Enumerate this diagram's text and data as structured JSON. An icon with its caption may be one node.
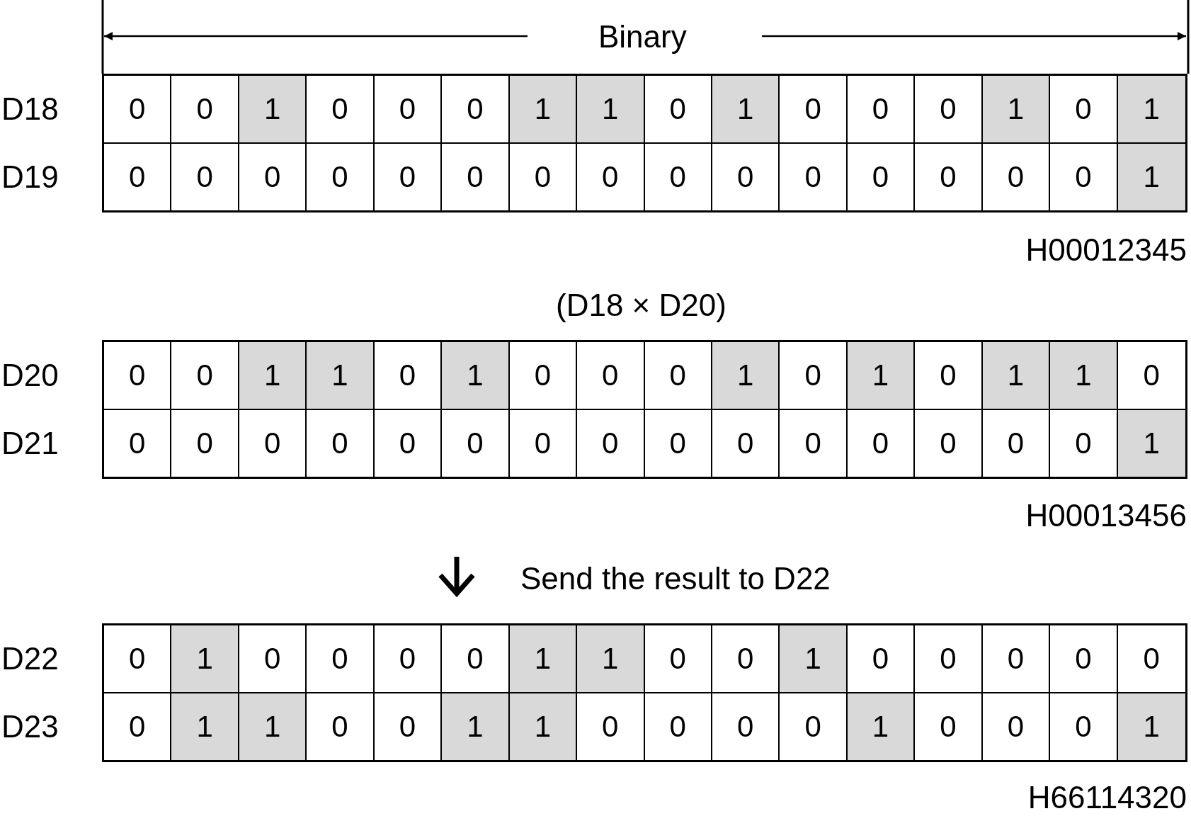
{
  "diagram": {
    "labels": [
      "Binary",
      "D18",
      "0",
      "0",
      "1",
      "0",
      "0",
      "0",
      "1",
      "1",
      "0",
      "1",
      "0",
      "0",
      "0",
      "1",
      "0",
      "1",
      "D19",
      "0",
      "0",
      "0",
      "0",
      "0",
      "0",
      "0",
      "0",
      "0",
      "0",
      "0",
      "0",
      "0",
      "0",
      "0",
      "1",
      "H00012345",
      "(D18 × D20)",
      "D20",
      "0",
      "0",
      "1",
      "1",
      "0",
      "1",
      "0",
      "0",
      "0",
      "1",
      "0",
      "1",
      "0",
      "1",
      "1",
      "0",
      "D21",
      "0",
      "0",
      "0",
      "0",
      "0",
      "0",
      "0",
      "0",
      "0",
      "0",
      "0",
      "0",
      "0",
      "0",
      "0",
      "1",
      "H00013456",
      "Send the result to D22",
      "D22",
      "0",
      "1",
      "0",
      "0",
      "0",
      "0",
      "1",
      "1",
      "0",
      "0",
      "1",
      "0",
      "0",
      "0",
      "0",
      "0",
      "D23",
      "0",
      "1",
      "1",
      "0",
      "0",
      "1",
      "1",
      "0",
      "0",
      "0",
      "0",
      "1",
      "0",
      "0",
      "0",
      "1",
      "H66114320"
    ]
  }
}
